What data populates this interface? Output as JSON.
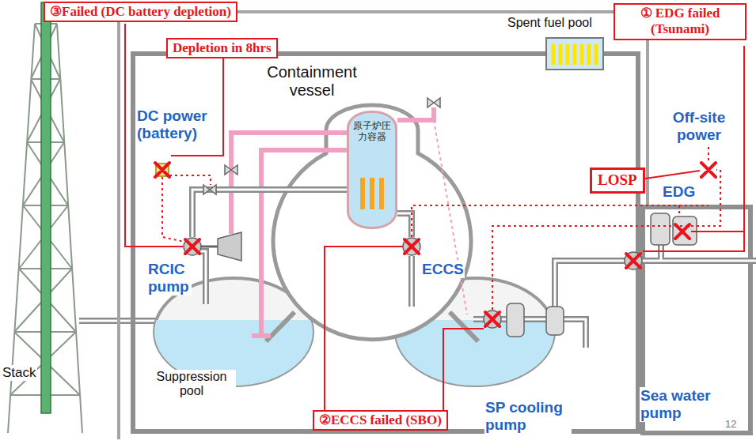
{
  "diagram": {
    "nodes": [
      {
        "text": [
          "③Failed (DC battery depletion)"
        ]
      },
      {
        "text": [
          "Depletion in 8hrs"
        ]
      },
      {
        "text": [
          "① EDG failed (Tsunami)"
        ]
      },
      {
        "text": [
          "LOSP"
        ]
      },
      {
        "text": [
          "原子炉圧力容器"
        ]
      },
      {
        "text": [
          "②ECCS failed (SBO)"
        ]
      }
    ],
    "labels": [
      "Spent fuel pool",
      "Containment vessel",
      "DC power (battery)",
      "Off-site power",
      "RCIC pump",
      "ECCS",
      "EDG",
      "Stack",
      "Suppression pool",
      "SP cooling pump",
      "Sea water pump",
      "12"
    ]
  }
}
